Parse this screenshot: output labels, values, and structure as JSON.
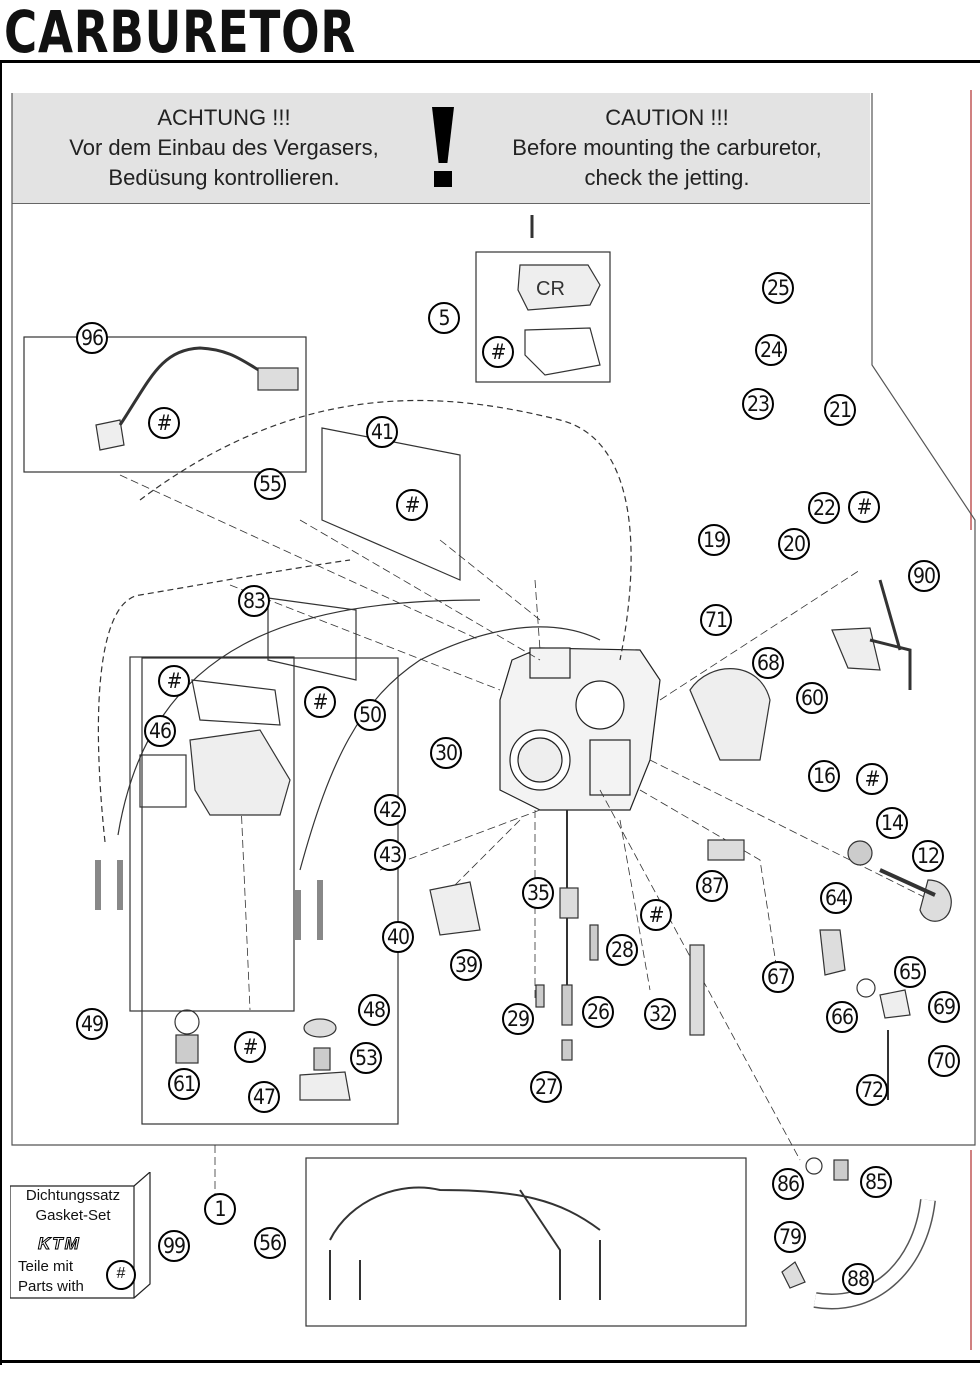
{
  "title": "CARBURETOR",
  "caution": {
    "german": [
      "ACHTUNG !!!",
      "Vor dem Einbau des Vergasers,",
      "Bedüsung kontrollieren."
    ],
    "english": [
      "CAUTION !!!",
      "Before mounting the carburetor,",
      "check the jetting."
    ]
  },
  "kit": {
    "line_de": "Dichtungssatz",
    "line_en": "Gasket-Set",
    "logo": "KTM",
    "parts_de": "Teile mit",
    "parts_en": "Parts with",
    "hash": "#"
  },
  "callouts": [
    {
      "id": "96",
      "label": "96"
    },
    {
      "id": "5",
      "label": "5"
    },
    {
      "id": "25",
      "label": "25"
    },
    {
      "id": "24",
      "label": "24"
    },
    {
      "id": "23",
      "label": "23"
    },
    {
      "id": "21",
      "label": "21"
    },
    {
      "id": "41",
      "label": "41"
    },
    {
      "id": "55",
      "label": "55"
    },
    {
      "id": "22",
      "label": "22"
    },
    {
      "id": "19",
      "label": "19"
    },
    {
      "id": "20",
      "label": "20"
    },
    {
      "id": "90",
      "label": "90"
    },
    {
      "id": "83",
      "label": "83"
    },
    {
      "id": "71",
      "label": "71"
    },
    {
      "id": "68",
      "label": "68"
    },
    {
      "id": "60",
      "label": "60"
    },
    {
      "id": "46",
      "label": "46"
    },
    {
      "id": "50",
      "label": "50"
    },
    {
      "id": "30",
      "label": "30"
    },
    {
      "id": "16",
      "label": "16"
    },
    {
      "id": "14",
      "label": "14"
    },
    {
      "id": "42",
      "label": "42"
    },
    {
      "id": "43",
      "label": "43"
    },
    {
      "id": "12",
      "label": "12"
    },
    {
      "id": "87",
      "label": "87"
    },
    {
      "id": "35",
      "label": "35"
    },
    {
      "id": "64",
      "label": "64"
    },
    {
      "id": "40",
      "label": "40"
    },
    {
      "id": "39",
      "label": "39"
    },
    {
      "id": "28",
      "label": "28"
    },
    {
      "id": "67",
      "label": "67"
    },
    {
      "id": "65",
      "label": "65"
    },
    {
      "id": "48",
      "label": "48"
    },
    {
      "id": "29",
      "label": "29"
    },
    {
      "id": "26",
      "label": "26"
    },
    {
      "id": "32",
      "label": "32"
    },
    {
      "id": "66",
      "label": "66"
    },
    {
      "id": "69",
      "label": "69"
    },
    {
      "id": "49",
      "label": "49"
    },
    {
      "id": "53",
      "label": "53"
    },
    {
      "id": "70",
      "label": "70"
    },
    {
      "id": "61",
      "label": "61"
    },
    {
      "id": "47",
      "label": "47"
    },
    {
      "id": "27",
      "label": "27"
    },
    {
      "id": "72",
      "label": "72"
    },
    {
      "id": "86",
      "label": "86"
    },
    {
      "id": "85",
      "label": "85"
    },
    {
      "id": "1",
      "label": "1"
    },
    {
      "id": "99",
      "label": "99"
    },
    {
      "id": "56",
      "label": "56"
    },
    {
      "id": "79",
      "label": "79"
    },
    {
      "id": "88",
      "label": "88"
    }
  ],
  "gasket_marker": "#"
}
